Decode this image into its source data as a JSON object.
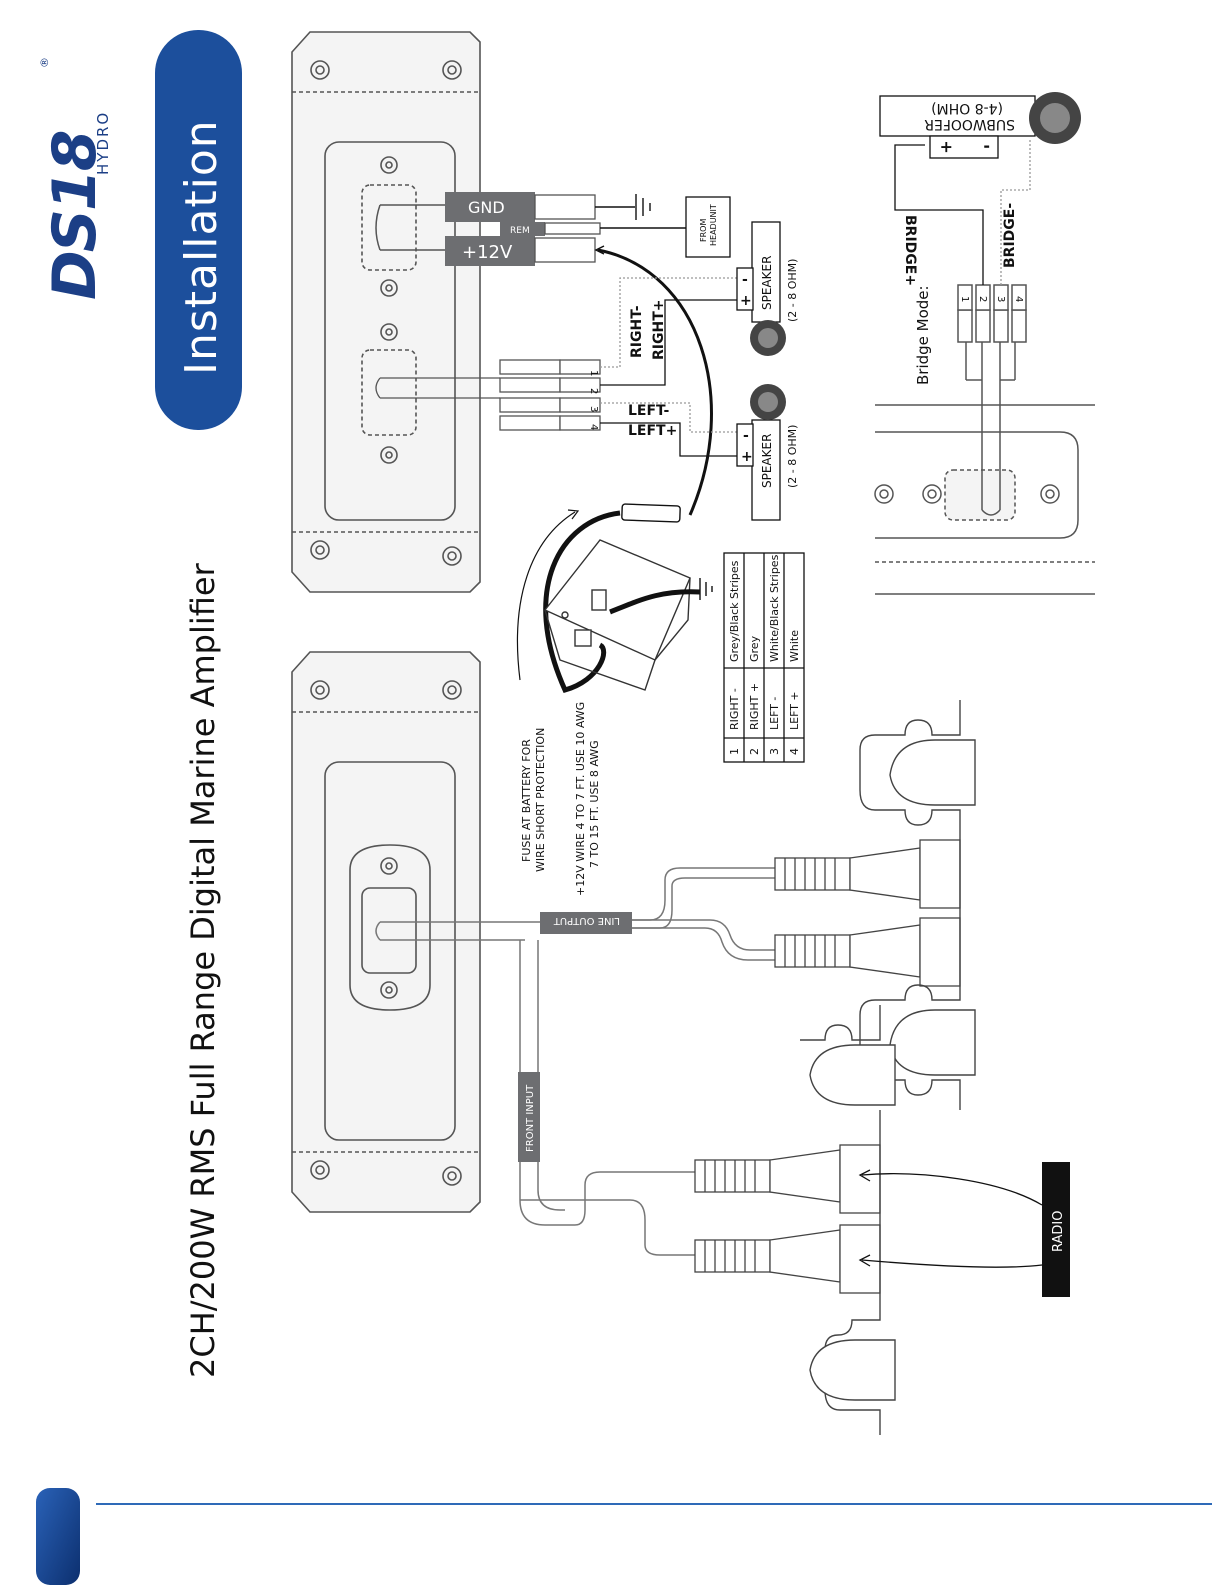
{
  "brand": {
    "logo": "DS18",
    "sub": "HYDRO",
    "reg": "®"
  },
  "header": {
    "section_title": "Installation",
    "product_title": "2CH/200W RMS Full Range Digital Marine Amplifier"
  },
  "power": {
    "gnd": "GND",
    "v12": "+12V",
    "rem": "REM",
    "from_headunit": [
      "FROM",
      "HEADUNIT"
    ]
  },
  "fuse_note": [
    "FUSE AT BATTERY FOR",
    "WIRE SHORT PROTECTION"
  ],
  "wire_note": [
    "+12V WIRE 4 TO 7 FT. USE 10 AWG",
    "7 TO 15 FT. USE 8 AWG"
  ],
  "speaker_outputs": {
    "terminals": [
      "1",
      "2",
      "3",
      "4"
    ],
    "right_minus": "RIGHT-",
    "right_plus": "RIGHT+",
    "left_minus": "LEFT-",
    "left_plus": "LEFT+"
  },
  "speaker_right": {
    "label": "SPEAKER",
    "ohm": "(2 - 8 OHM)",
    "plus": "+",
    "minus": "-"
  },
  "speaker_left": {
    "label": "SPEAKER",
    "ohm": "(2 - 8 OHM)",
    "plus": "+",
    "minus": "-"
  },
  "wire_table": [
    {
      "num": "1",
      "channel": "RIGHT -",
      "color": "Grey/Black Stripes"
    },
    {
      "num": "2",
      "channel": "RIGHT +",
      "color": "Grey"
    },
    {
      "num": "3",
      "channel": "LEFT -",
      "color": "White/Black Stripes"
    },
    {
      "num": "4",
      "channel": "LEFT +",
      "color": "White"
    }
  ],
  "bridge": {
    "mode_label": "Bridge Mode:",
    "terminals": [
      "1",
      "2",
      "3",
      "4"
    ],
    "bridge_plus": "BRIDGE+",
    "bridge_minus": "BRIDGE-",
    "subwoofer": "SUBWOOFER",
    "ohm": "(4-8 OHM)",
    "plus": "+",
    "minus": "-"
  },
  "rca": {
    "line_output": "LINE OUTPUT",
    "front_input": "FRONT INPUT",
    "radio": "RADIO"
  },
  "colors": {
    "brand_blue": "#1c4f9c",
    "dark_gray": "#6d6e71",
    "black": "#111111"
  }
}
